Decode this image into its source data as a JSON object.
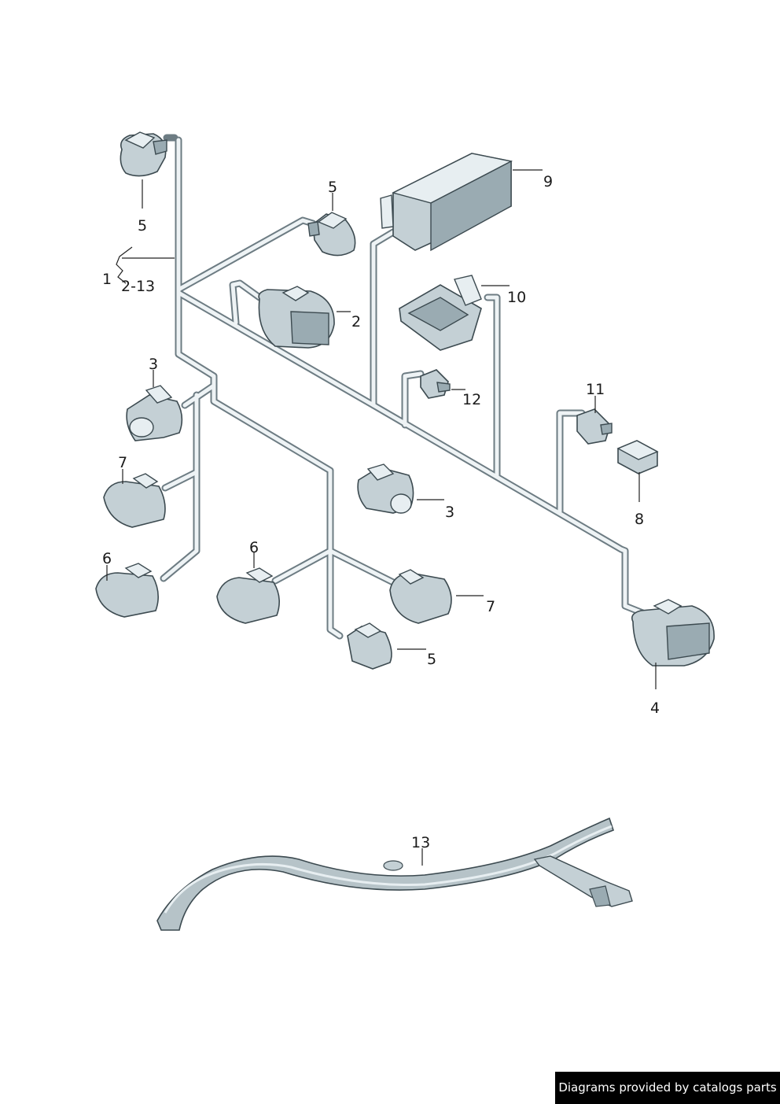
{
  "callouts": {
    "c1": "1",
    "c2_13": "2-13",
    "c2": "2",
    "c3_left": "3",
    "c3_mid": "3",
    "c4": "4",
    "c5_top_left": "5",
    "c5_top": "5",
    "c5_bottom": "5",
    "c6_left": "6",
    "c6_mid": "6",
    "c7_left": "7",
    "c7_right": "7",
    "c8": "8",
    "c9": "9",
    "c10": "10",
    "c11": "11",
    "c12": "12",
    "c13": "13"
  },
  "footer": {
    "text": "Diagrams provided by catalogs parts"
  }
}
